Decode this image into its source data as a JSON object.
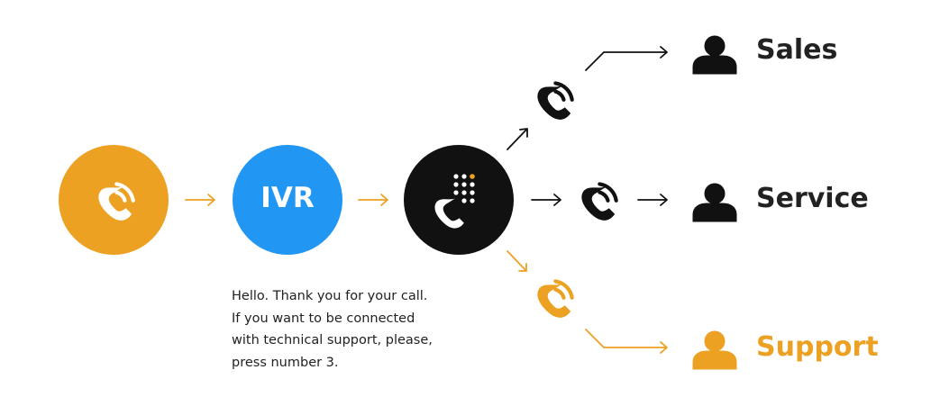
{
  "colors": {
    "accent": "#EDA122",
    "ivr": "#2196F3",
    "dark": "#111111",
    "label": "#222222"
  },
  "nodes": {
    "incoming_call": {
      "icon": "phone-ringing-icon"
    },
    "ivr": {
      "label": "IVR"
    },
    "dialpad": {
      "icon": "phone-dialpad-icon"
    }
  },
  "message": {
    "text": "Hello. Thank you for your call.\nIf you want to be connected\nwith technical support, please,\npress number 3."
  },
  "branches": {
    "sales": {
      "label": "Sales",
      "icon": "person-icon",
      "call_icon": "phone-ringing-icon"
    },
    "service": {
      "label": "Service",
      "icon": "person-icon",
      "call_icon": "phone-ringing-icon"
    },
    "support": {
      "label": "Support",
      "icon": "person-icon",
      "call_icon": "phone-ringing-icon",
      "highlighted": true
    }
  }
}
